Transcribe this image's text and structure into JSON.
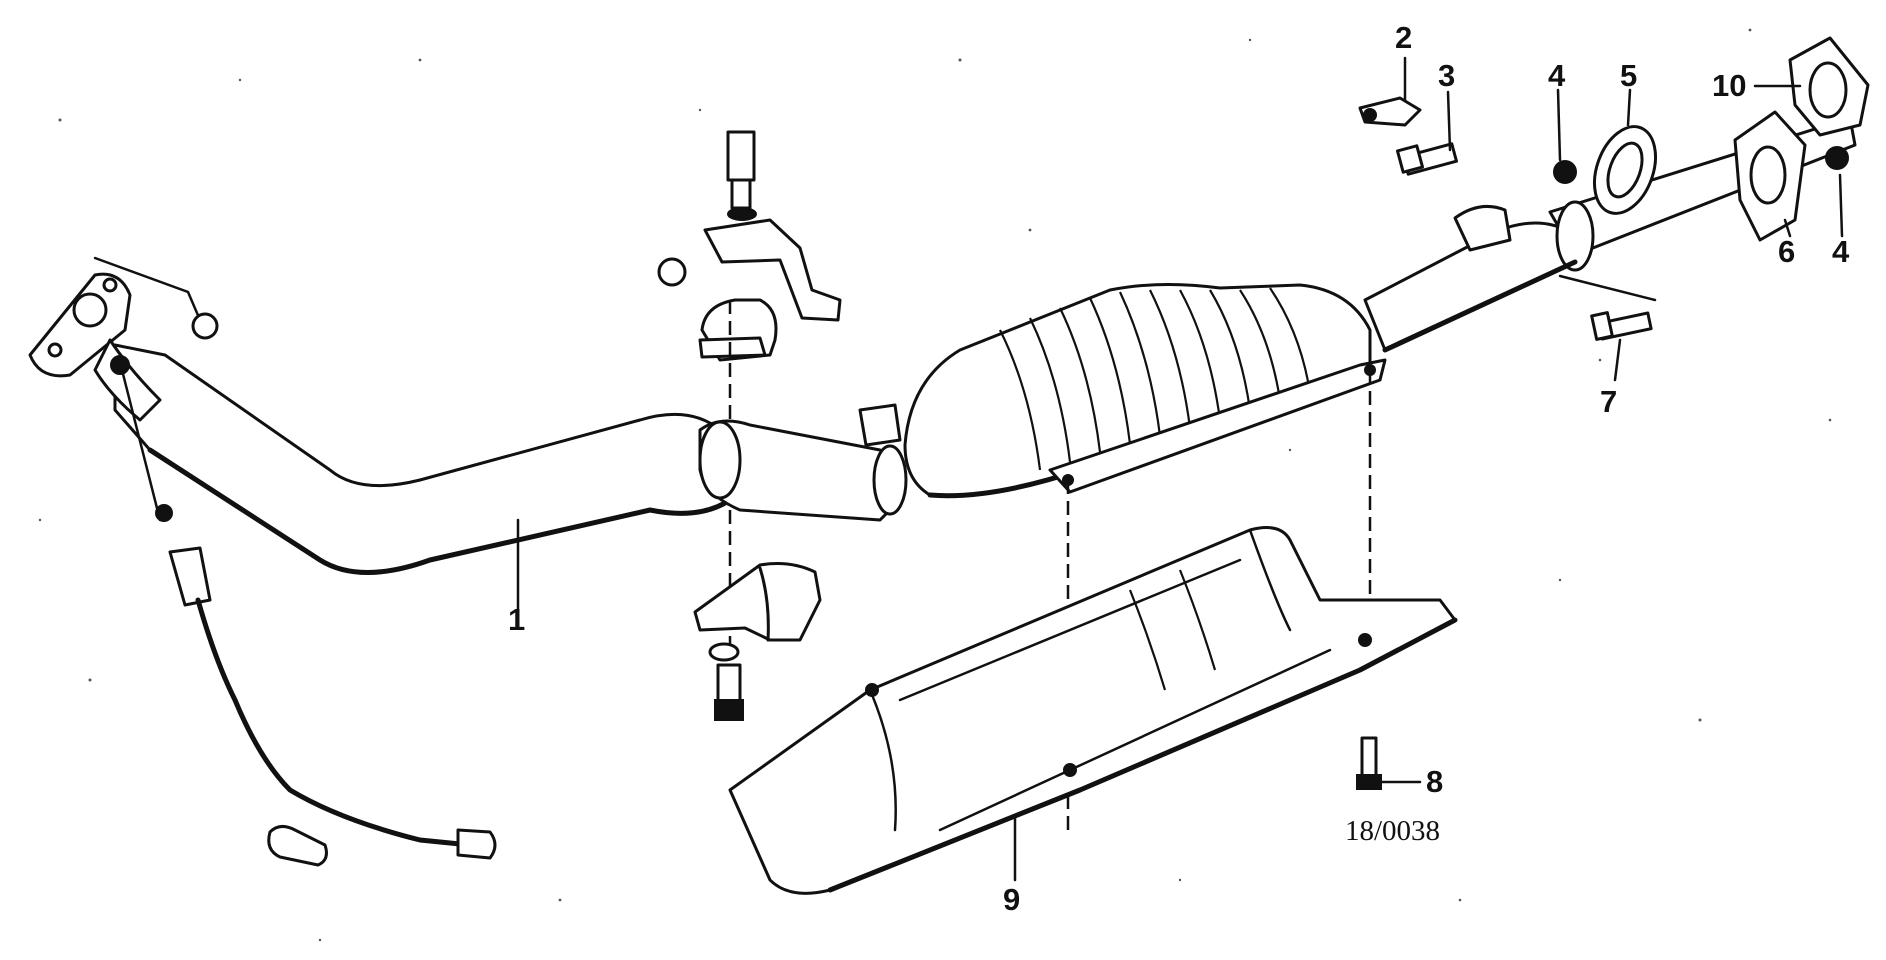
{
  "diagram": {
    "reference_code": "18/0038",
    "callouts": {
      "c1": "1",
      "c2": "2",
      "c3": "3",
      "c4a": "4",
      "c4b": "4",
      "c5": "5",
      "c6": "6",
      "c7": "7",
      "c8": "8",
      "c9": "9",
      "c10": "10"
    }
  }
}
